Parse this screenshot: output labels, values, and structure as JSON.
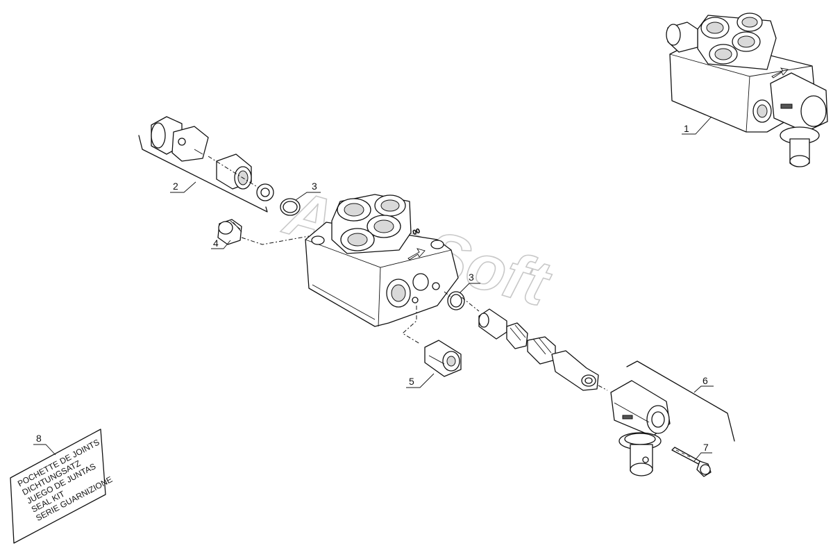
{
  "watermark": "AutoSoft",
  "callouts": {
    "c1": "1",
    "c2": "2",
    "c3a": "3",
    "c3b": "3",
    "c4": "4",
    "c5": "5",
    "c6": "6",
    "c7": "7",
    "c8": "8"
  },
  "seal_kit": {
    "lines": [
      "POCHETTE DE JOINTS",
      "DICHTUNGSATZ",
      "JUEGO DE JUNTAS",
      "SEAL KIT",
      "SERIE GUARNIZIONE"
    ]
  }
}
